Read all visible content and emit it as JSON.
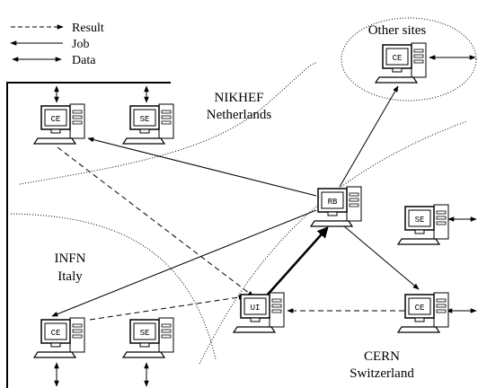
{
  "legend": {
    "result": "Result",
    "job": "Job",
    "data": "Data"
  },
  "regions": {
    "nikhef": {
      "name": "NIKHEF",
      "country": "Netherlands"
    },
    "infn": {
      "name": "INFN",
      "country": "Italy"
    },
    "cern": {
      "name": "CERN",
      "country": "Switzerland"
    },
    "other_sites": "Other sites"
  },
  "nodes": {
    "nikhef_ce": "CE",
    "nikhef_se": "SE",
    "other_ce": "CE",
    "rb": "RB",
    "cern_se": "SE",
    "ui": "UI",
    "cern_ce": "CE",
    "infn_ce": "CE",
    "infn_se": "SE"
  },
  "line_types": {
    "result": "dashed",
    "job": "solid",
    "data": "double-arrow"
  },
  "colors": {
    "line": "#000000",
    "computer_fill": "#ffffff"
  }
}
